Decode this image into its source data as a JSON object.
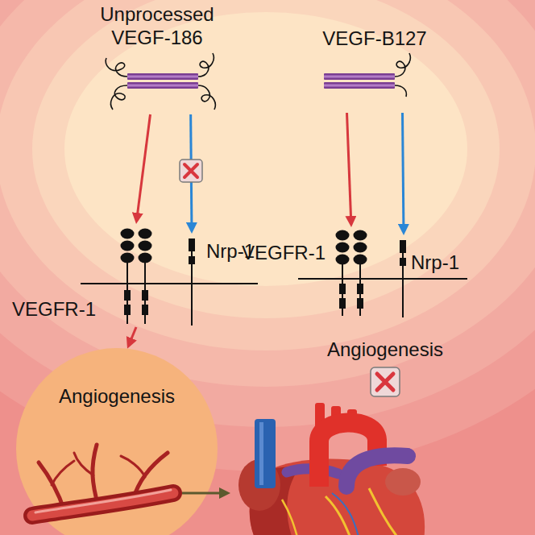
{
  "diagram": {
    "nodes": [
      {
        "text": [
          "Unprocessed VEGF-186"
        ]
      },
      {
        "text": [
          "VEGF-B127"
        ]
      },
      {
        "text": [
          "VEGFR-1"
        ]
      },
      {
        "text": [
          "Nrp-1"
        ]
      },
      {
        "text": [
          "VEGFR-1"
        ]
      },
      {
        "text": [
          "Nrp-1"
        ]
      },
      {
        "text": [
          "Angiogenesis"
        ]
      }
    ],
    "edges": [
      {
        "from": 0,
        "to": 2,
        "arrow": "to"
      },
      {
        "from": 0,
        "to": 3,
        "arrow": "to"
      },
      {
        "from": 1,
        "to": 4,
        "arrow": "to"
      },
      {
        "from": 1,
        "to": 5,
        "arrow": "to"
      },
      {
        "from": 2,
        "to": 6,
        "arrow": "to"
      }
    ],
    "labels": [
      "Angiogenesis"
    ]
  }
}
